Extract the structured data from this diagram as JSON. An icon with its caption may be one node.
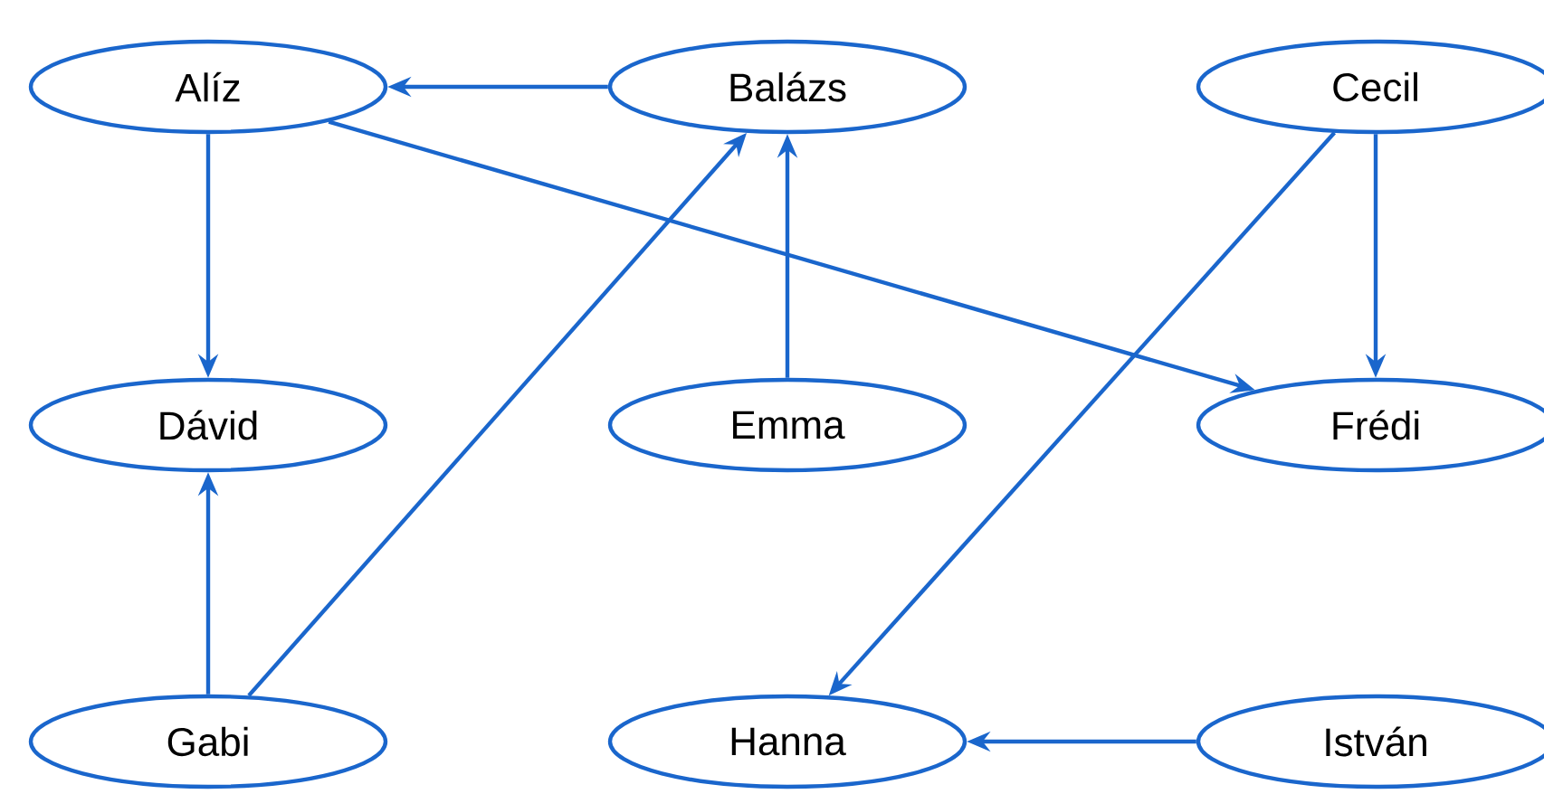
{
  "diagram": {
    "nodes": [
      {
        "text": [
          "Alíz"
        ]
      },
      {
        "text": [
          "Balázs"
        ]
      },
      {
        "text": [
          "Cecil"
        ]
      },
      {
        "text": [
          "Dávid"
        ]
      },
      {
        "text": [
          "Emma"
        ]
      },
      {
        "text": [
          "Frédi"
        ]
      },
      {
        "text": [
          "Gabi"
        ]
      },
      {
        "text": [
          "Hanna"
        ]
      },
      {
        "text": [
          "István"
        ]
      }
    ],
    "edges": [
      {
        "from": 1,
        "to": 0,
        "arrow": "to"
      },
      {
        "from": 0,
        "to": 3,
        "arrow": "to"
      },
      {
        "from": 0,
        "to": 5,
        "arrow": "to"
      },
      {
        "from": 4,
        "to": 1,
        "arrow": "to"
      },
      {
        "from": 6,
        "to": 3,
        "arrow": "to"
      },
      {
        "from": 6,
        "to": 1,
        "arrow": "to"
      },
      {
        "from": 2,
        "to": 5,
        "arrow": "to"
      },
      {
        "from": 2,
        "to": 7,
        "arrow": "to"
      },
      {
        "from": 8,
        "to": 7,
        "arrow": "to"
      }
    ]
  }
}
